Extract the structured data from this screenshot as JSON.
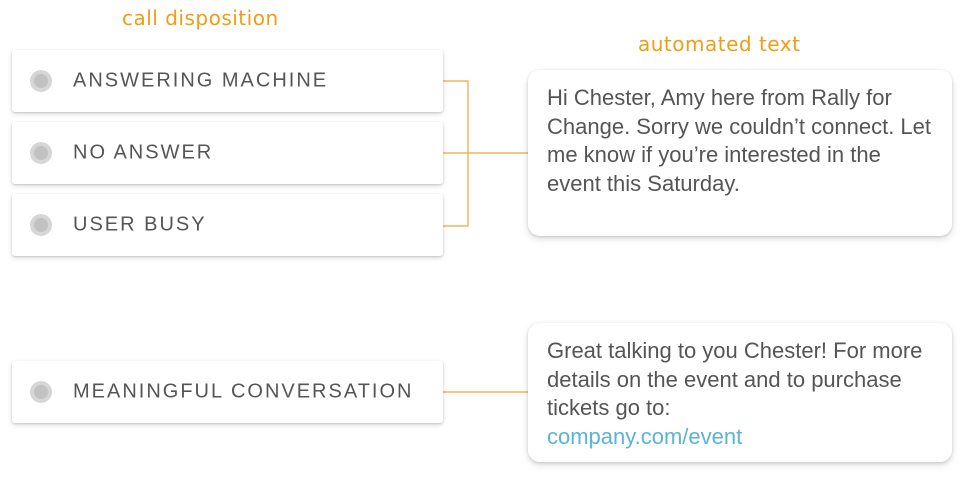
{
  "labels": {
    "call_disposition": "call disposition",
    "automated_text": "automated text"
  },
  "options": [
    {
      "label": "ANSWERING MACHINE"
    },
    {
      "label": "NO ANSWER"
    },
    {
      "label": "USER BUSY"
    },
    {
      "label": "MEANINGFUL CONVERSATION"
    }
  ],
  "messages": [
    {
      "text": "Hi Chester, Amy here from Rally for Change. Sorry we couldn’t connect. Let me know if you’re interested in the event this Saturday."
    },
    {
      "text": "Great talking to you Chester! For more details on the event and to purchase tickets go to:",
      "link": "company.com/event"
    }
  ],
  "colors": {
    "accent": "#f39c12",
    "link": "#5ab4d6",
    "text": "#555555"
  }
}
